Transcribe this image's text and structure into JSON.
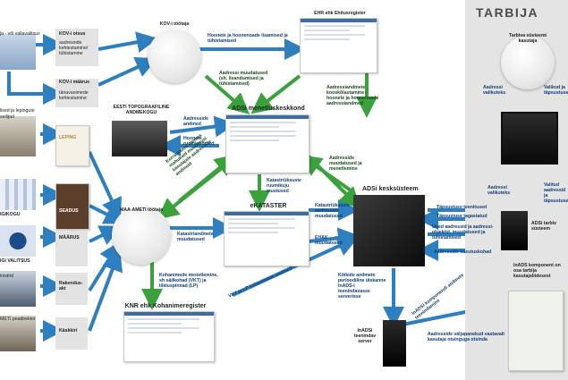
{
  "tarbija": {
    "title": "TARBIJA",
    "consumer_staff": "Tarbiva süsteemi kasutaja",
    "consumer_system": "ADSi tarbiv süsteem",
    "inads_component": "InADS komponent on osa tarbija kasutajaliidesest",
    "addr_selection": "Aadressi valikuteks",
    "choices_refinements": "Valikud ja täpsustused",
    "addr_selection2": "Aadressi valikuteks",
    "chosen_addr_refinements": "Valitud aadressid ja täpsustused"
  },
  "left": {
    "org1": "ja - või vallavalitsus",
    "org2": "lised ja lepingute",
    "org2b": "sellijad",
    "org3": "IGIKOGU",
    "org4": "IGI VALITSUS",
    "org5": "inistrid",
    "org6": "METI peadirektor",
    "kov_otsus": "KOV-i otsus",
    "kov_maarus": "KOV-i määrus",
    "leping": "LEPING",
    "seadus": "SEADUS",
    "maarus": "MÄÄRUS",
    "rakendusakt": "Rakendus-akt",
    "kaskkiri": "Käskkiri",
    "addr_label": "aadresside kehtestamine/ tühistamine",
    "street_label": "tänavanimede kehtestamine"
  },
  "center": {
    "kov_worker": "KOV-i töötaja",
    "maaamet_worker": "MAA-AMETI töötaja",
    "ehr": "EHR ehk Ehitusregister",
    "atlas": "EESTI TOPOGRAAFILINE ANDMEKOGU",
    "adsi_app": "ADSi menetluskeskkond",
    "ekataster": "eKATASTER",
    "knr": "KNR ehk Kohanimeregister",
    "adsi_core": "ADSi kesksüsteem",
    "inads_server": "InADSi teenindav server"
  },
  "arrows": {
    "buildings": "Hoonete ja hoonenoade lisamised ja tühistamised",
    "changed_addr_top": "Aadressi muudatused (sh. lisandumised ja tühistamised)",
    "building_addr_data": "Aadressiandmete kooskõlastamine - hoonete ja hoonenoade aadressiandmed",
    "address_data": "Aadresside andmed",
    "building_ground": "Hoonete ruumiandmed",
    "core_changes": "Aadresside muudatused ja menetlemine",
    "bulk_changes": "Korrastades olemas mahukaid muudatusi kasutajale aadresside andmeid",
    "cad_spatial": "Katastriüksuste ruumikuju muutused",
    "cad_addr": "Katastriüksuste aadresside muudatused",
    "cad_data": "Katastriandmete muudatused",
    "ehak": "EHAK muudatused",
    "names": "Kohanimede menetlemine, sh säilkohad (VKT) ja liikluspinnad (LP)",
    "vkt_lp": "VKT ja LP kohanimede andmed",
    "all_data": "Kõikide andmete perioodiline ülekanne InADS-i teenindavasse serverisse",
    "requested": "Täpsustuse teenitused",
    "req_data": "Täpsustuse tagastatud",
    "new_objects": "Uued aadressid ja aadressi-objektid, muudatused ja tühistamised",
    "used_addr": "Aadresside kasutuskohad",
    "inads_data": "InADSi komponendi andmete teenindamine",
    "search_results": "Aadresside väljapanekud vastavalt kasutaja otsinguga otsinda"
  },
  "colors": {
    "arrow_blue": "#2e7fbf",
    "arrow_green": "#3aa23c",
    "panel_grey": "#e4e4e4"
  }
}
